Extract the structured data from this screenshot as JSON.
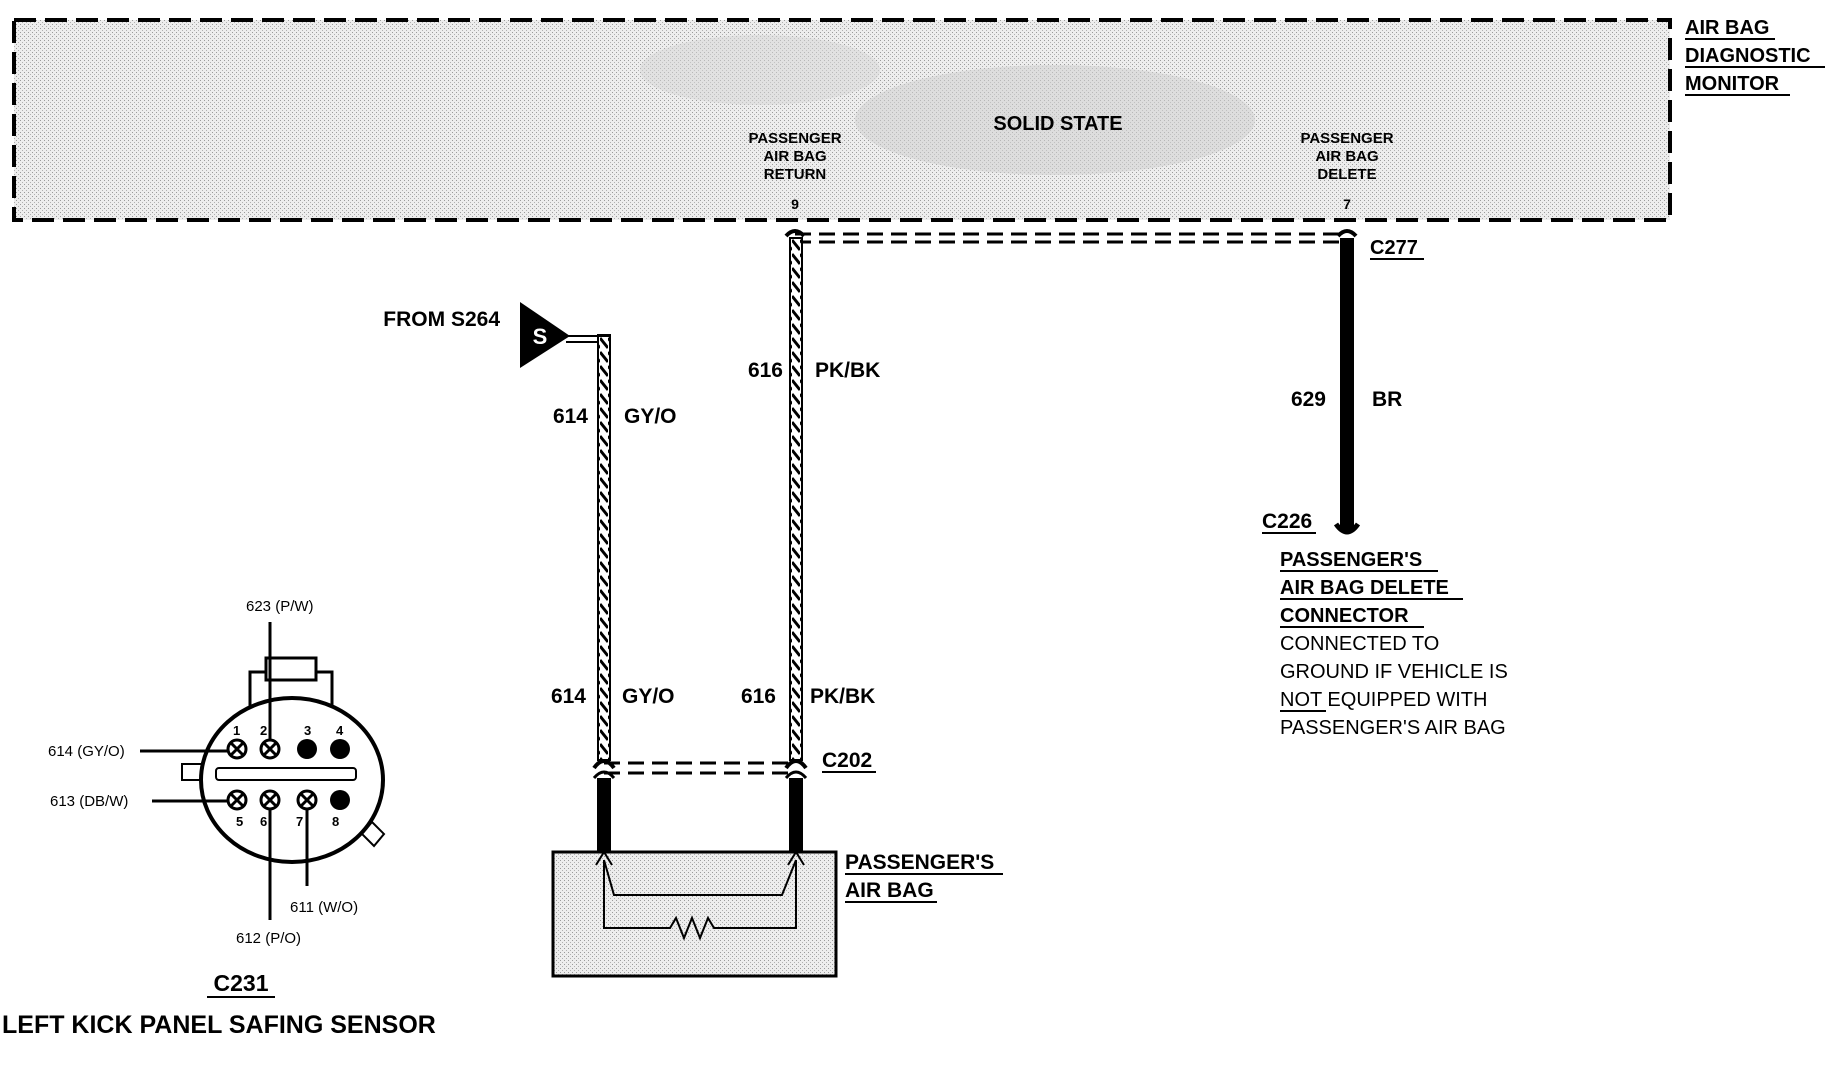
{
  "module": {
    "name_lines": [
      "AIR BAG",
      "DIAGNOSTIC",
      "MONITOR"
    ],
    "internal_label": "SOLID STATE",
    "pins": [
      {
        "label_lines": [
          "PASSENGER",
          "AIR BAG",
          "RETURN"
        ],
        "pin": "9"
      },
      {
        "label_lines": [
          "PASSENGER",
          "AIR BAG",
          "DELETE"
        ],
        "pin": "7"
      }
    ]
  },
  "connectors": {
    "c277": "C277",
    "c226": "C226",
    "c202": "C202",
    "c231": "C231"
  },
  "splice": {
    "label": "FROM S264",
    "symbol": "S"
  },
  "wires": {
    "w614": {
      "circuit": "614",
      "color": "GY/O"
    },
    "w616": {
      "circuit": "616",
      "color": "PK/BK"
    },
    "w629": {
      "circuit": "629",
      "color": "BR"
    }
  },
  "delete_connector": {
    "title_lines": [
      "PASSENGER'S",
      "AIR BAG DELETE",
      "CONNECTOR"
    ],
    "note_line1": "CONNECTED TO",
    "note_line2": "GROUND IF VEHICLE IS",
    "note_line3_underlined": "NOT",
    "note_line3_rest": " EQUIPPED WITH",
    "note_line4": "PASSENGER'S AIR BAG"
  },
  "air_bag": {
    "label_lines": [
      "PASSENGER'S",
      "AIR BAG"
    ]
  },
  "sensor": {
    "title": "LEFT KICK PANEL SAFING SENSOR",
    "pin_numbers": [
      "1",
      "2",
      "3",
      "4",
      "5",
      "6",
      "7",
      "8"
    ],
    "callouts": {
      "p623": "623 (P/W)",
      "p614": "614 (GY/O)",
      "p613": "613  (DB/W)",
      "p611": "611   (W/O)",
      "p612": "612  (P/O)"
    }
  }
}
